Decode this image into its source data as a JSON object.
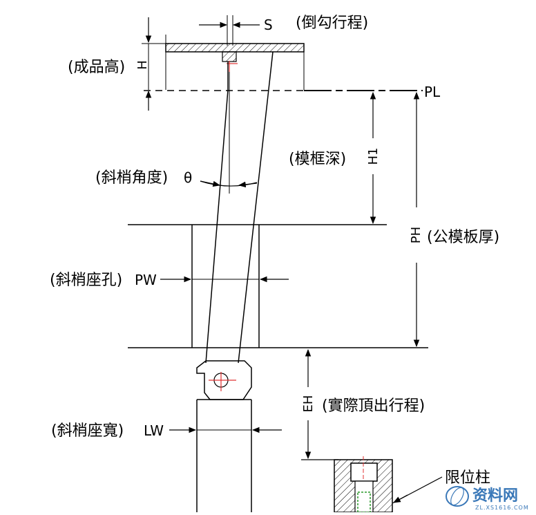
{
  "labels": {
    "s_symbol": "S",
    "slide_stroke": "(倒勾行程)",
    "product_height": "(成品高)",
    "pl": "PL",
    "cavity_depth": "(模框深)",
    "lifter_angle": "(斜梢角度)",
    "theta": "θ",
    "plate_thickness": "(公模板厚)",
    "lifter_hole": "(斜梢座孔)",
    "pw": "PW",
    "ejection_stroke": "(實際頂出行程)",
    "lifter_seat_width": "(斜梢座寬)",
    "lw": "LW",
    "stopper": "限位柱",
    "h_symbol": "H",
    "h1_symbol": "H1",
    "ph_symbol": "PH",
    "eh_symbol": "EH"
  },
  "watermark": {
    "text": "资料网",
    "url": "ZL.XS1616.COM"
  },
  "colors": {
    "line": "#000000",
    "accent": "#e03030",
    "highlight": "#2a9a2a",
    "watermark": "#3a78b8"
  }
}
